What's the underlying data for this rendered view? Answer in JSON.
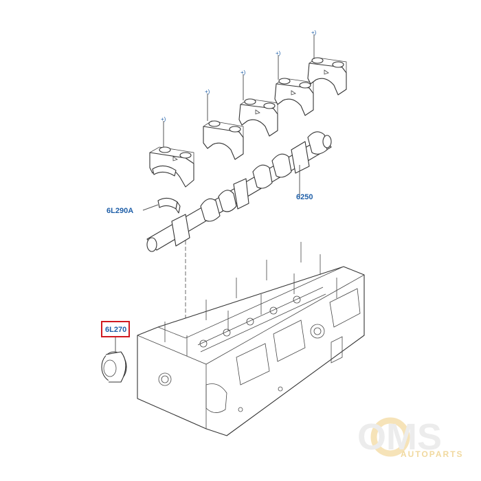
{
  "labels": {
    "camshaft": "6250",
    "bearing_shell": "6L290A",
    "oil_seal": "6L270",
    "note_marker": "+)"
  },
  "watermark": {
    "brand": "OMS",
    "sub": "AUTOPARTS"
  },
  "colors": {
    "label_blue": "#1f5fa8",
    "highlight_red": "#d0191f",
    "watermark_gold": "#f1d99f"
  }
}
